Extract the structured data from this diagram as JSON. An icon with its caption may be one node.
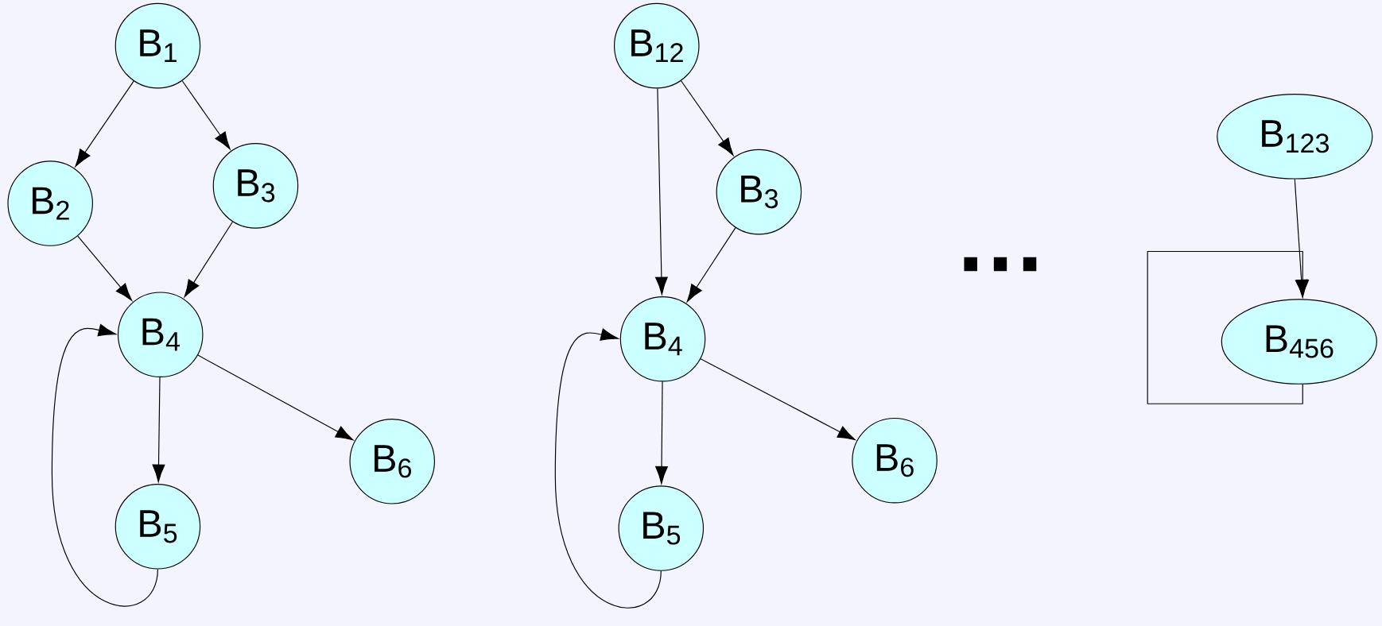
{
  "diagram": {
    "nodes": [
      {
        "text": [
          "B$_{1}$"
        ]
      },
      {
        "text": [
          "B$_{2}$"
        ]
      },
      {
        "text": [
          "B$_{3}$"
        ]
      },
      {
        "text": [
          "B$_{4}$"
        ]
      },
      {
        "text": [
          "B$_{5}$"
        ]
      },
      {
        "text": [
          "B$_{6}$"
        ]
      },
      {
        "text": [
          "B$_{12}$"
        ]
      },
      {
        "text": [
          "B$_{3}$"
        ]
      },
      {
        "text": [
          "B$_{4}$"
        ]
      },
      {
        "text": [
          "B$_{5}$"
        ]
      },
      {
        "text": [
          "B$_{6}$"
        ]
      },
      {
        "text": [
          "B$_{123}$"
        ]
      },
      {
        "text": [
          "B$_{456}$"
        ]
      }
    ],
    "edges": [
      {
        "from": 0,
        "to": 1,
        "arrow": "to"
      },
      {
        "from": 0,
        "to": 2,
        "arrow": "to"
      },
      {
        "from": 1,
        "to": 3,
        "arrow": "to"
      },
      {
        "from": 2,
        "to": 3,
        "arrow": "to"
      },
      {
        "from": 3,
        "to": 4,
        "arrow": "to"
      },
      {
        "from": 3,
        "to": 5,
        "arrow": "to"
      },
      {
        "from": 4,
        "to": 3,
        "arrow": "to"
      },
      {
        "from": 6,
        "to": 8,
        "arrow": "to"
      },
      {
        "from": 6,
        "to": 7,
        "arrow": "to"
      },
      {
        "from": 7,
        "to": 8,
        "arrow": "to"
      },
      {
        "from": 8,
        "to": 9,
        "arrow": "to"
      },
      {
        "from": 8,
        "to": 10,
        "arrow": "to"
      },
      {
        "from": 9,
        "to": 8,
        "arrow": "to"
      },
      {
        "from": 11,
        "to": 12,
        "arrow": "to"
      },
      {
        "from": 12,
        "to": 12,
        "arrow": "to"
      }
    ],
    "labels": [
      "…"
    ]
  }
}
